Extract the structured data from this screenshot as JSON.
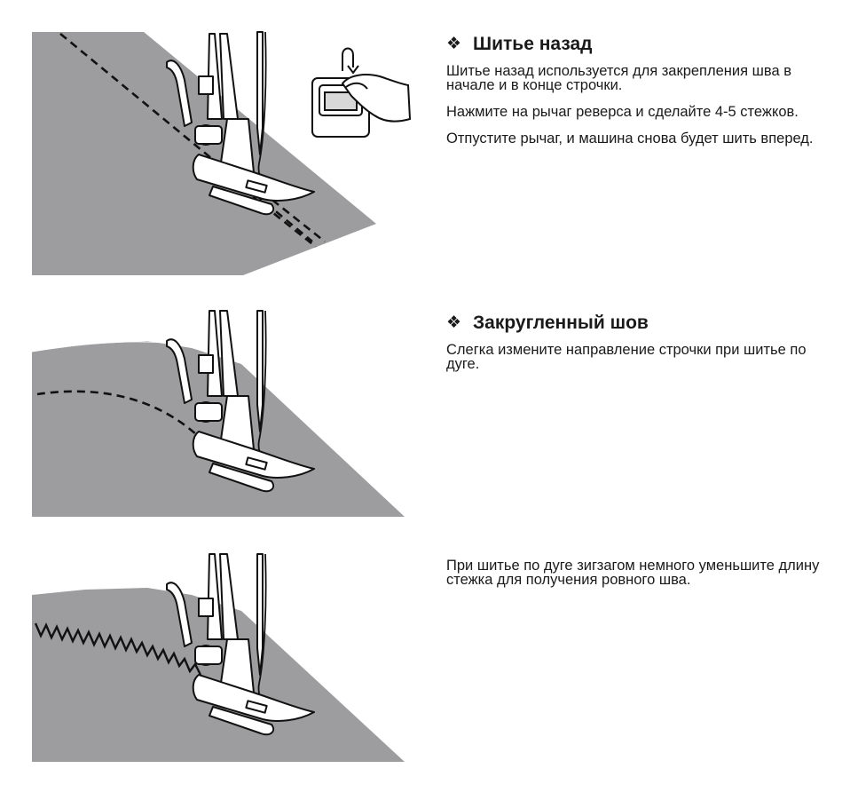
{
  "sections": [
    {
      "title": "Шитье назад",
      "bullet_icon": "four-diamond-bullet",
      "paragraphs": [
        "Шитье назад используется для закрепления шва в начале и в конце строчки.",
        "Нажмите на рычаг реверса и сделайте 4-5 стежков.",
        "Отпустите рычаг, и машина снова будет шить вперед."
      ],
      "illustration": "reverse-stitch-presser-foot-with-lever"
    },
    {
      "title": "Закругленный шов",
      "bullet_icon": "four-diamond-bullet",
      "paragraphs": [
        "Слегка измените направление строчки при шитье по дуге."
      ],
      "illustration": "curved-seam-presser-foot"
    },
    {
      "title": "",
      "paragraphs": [
        "При шитье по дуге зигзагом немного уменьшите длину стежка для получения ровного шва."
      ],
      "illustration": "curved-zigzag-presser-foot"
    }
  ],
  "colors": {
    "fabric": "#9d9d9f",
    "ink": "#1a1a1a",
    "paper": "#ffffff"
  }
}
